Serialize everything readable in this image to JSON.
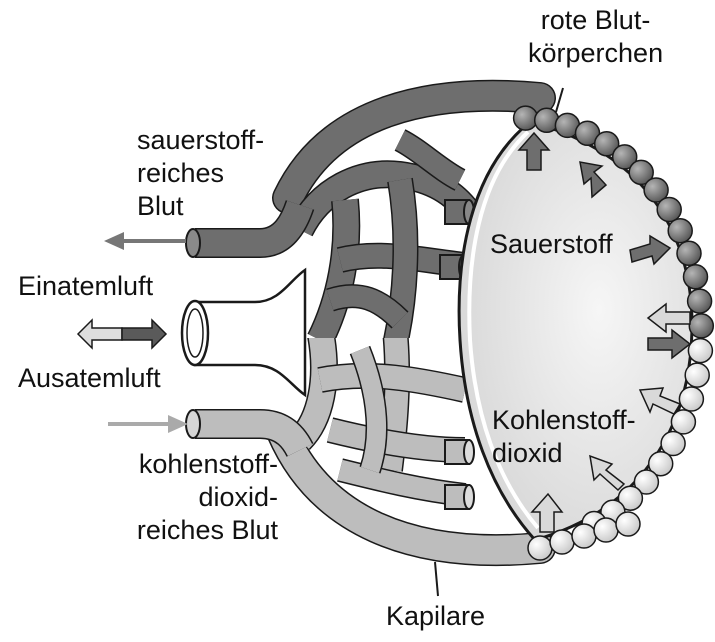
{
  "labels": {
    "red_blood_cells": "rote Blut-\nkörperchen",
    "oxygen_rich_blood": "sauerstoff-\nreiches\nBlut",
    "oxygen": "Sauerstoff",
    "inhaled_air": "Einatemluft",
    "exhaled_air": "Ausatemluft",
    "carbon_dioxide": "Kohlenstoff-\ndioxid",
    "co2_rich_blood": "kohlenstoff-\ndioxid-\nreiches Blut",
    "capillary": "Kapilare"
  },
  "colors": {
    "oxygen_rich": "#6e6e6e",
    "co2_rich": "#bdbdbd",
    "alveolus_fill": "#e4e4e4",
    "outline": "#1a1a1a",
    "rbc_dark": "#7a7a7a",
    "rbc_light": "#e6e6e6"
  },
  "icons": {
    "arrow_out": "arrow-left-icon",
    "arrow_in": "arrow-right-icon",
    "air_exchange": "double-arrow-icon"
  }
}
